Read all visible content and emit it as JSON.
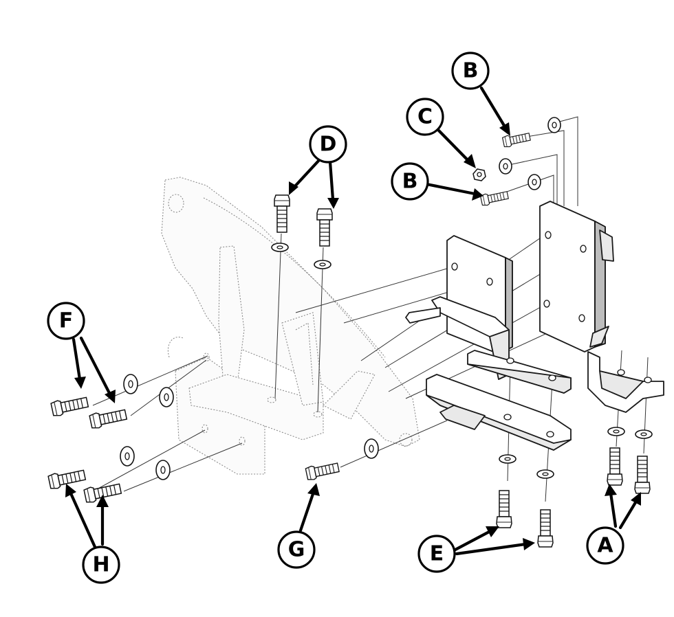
{
  "callouts": {
    "a": "A",
    "b_top": "B",
    "b_mid": "B",
    "c": "C",
    "d": "D",
    "e": "E",
    "f": "F",
    "g": "G",
    "h": "H"
  }
}
